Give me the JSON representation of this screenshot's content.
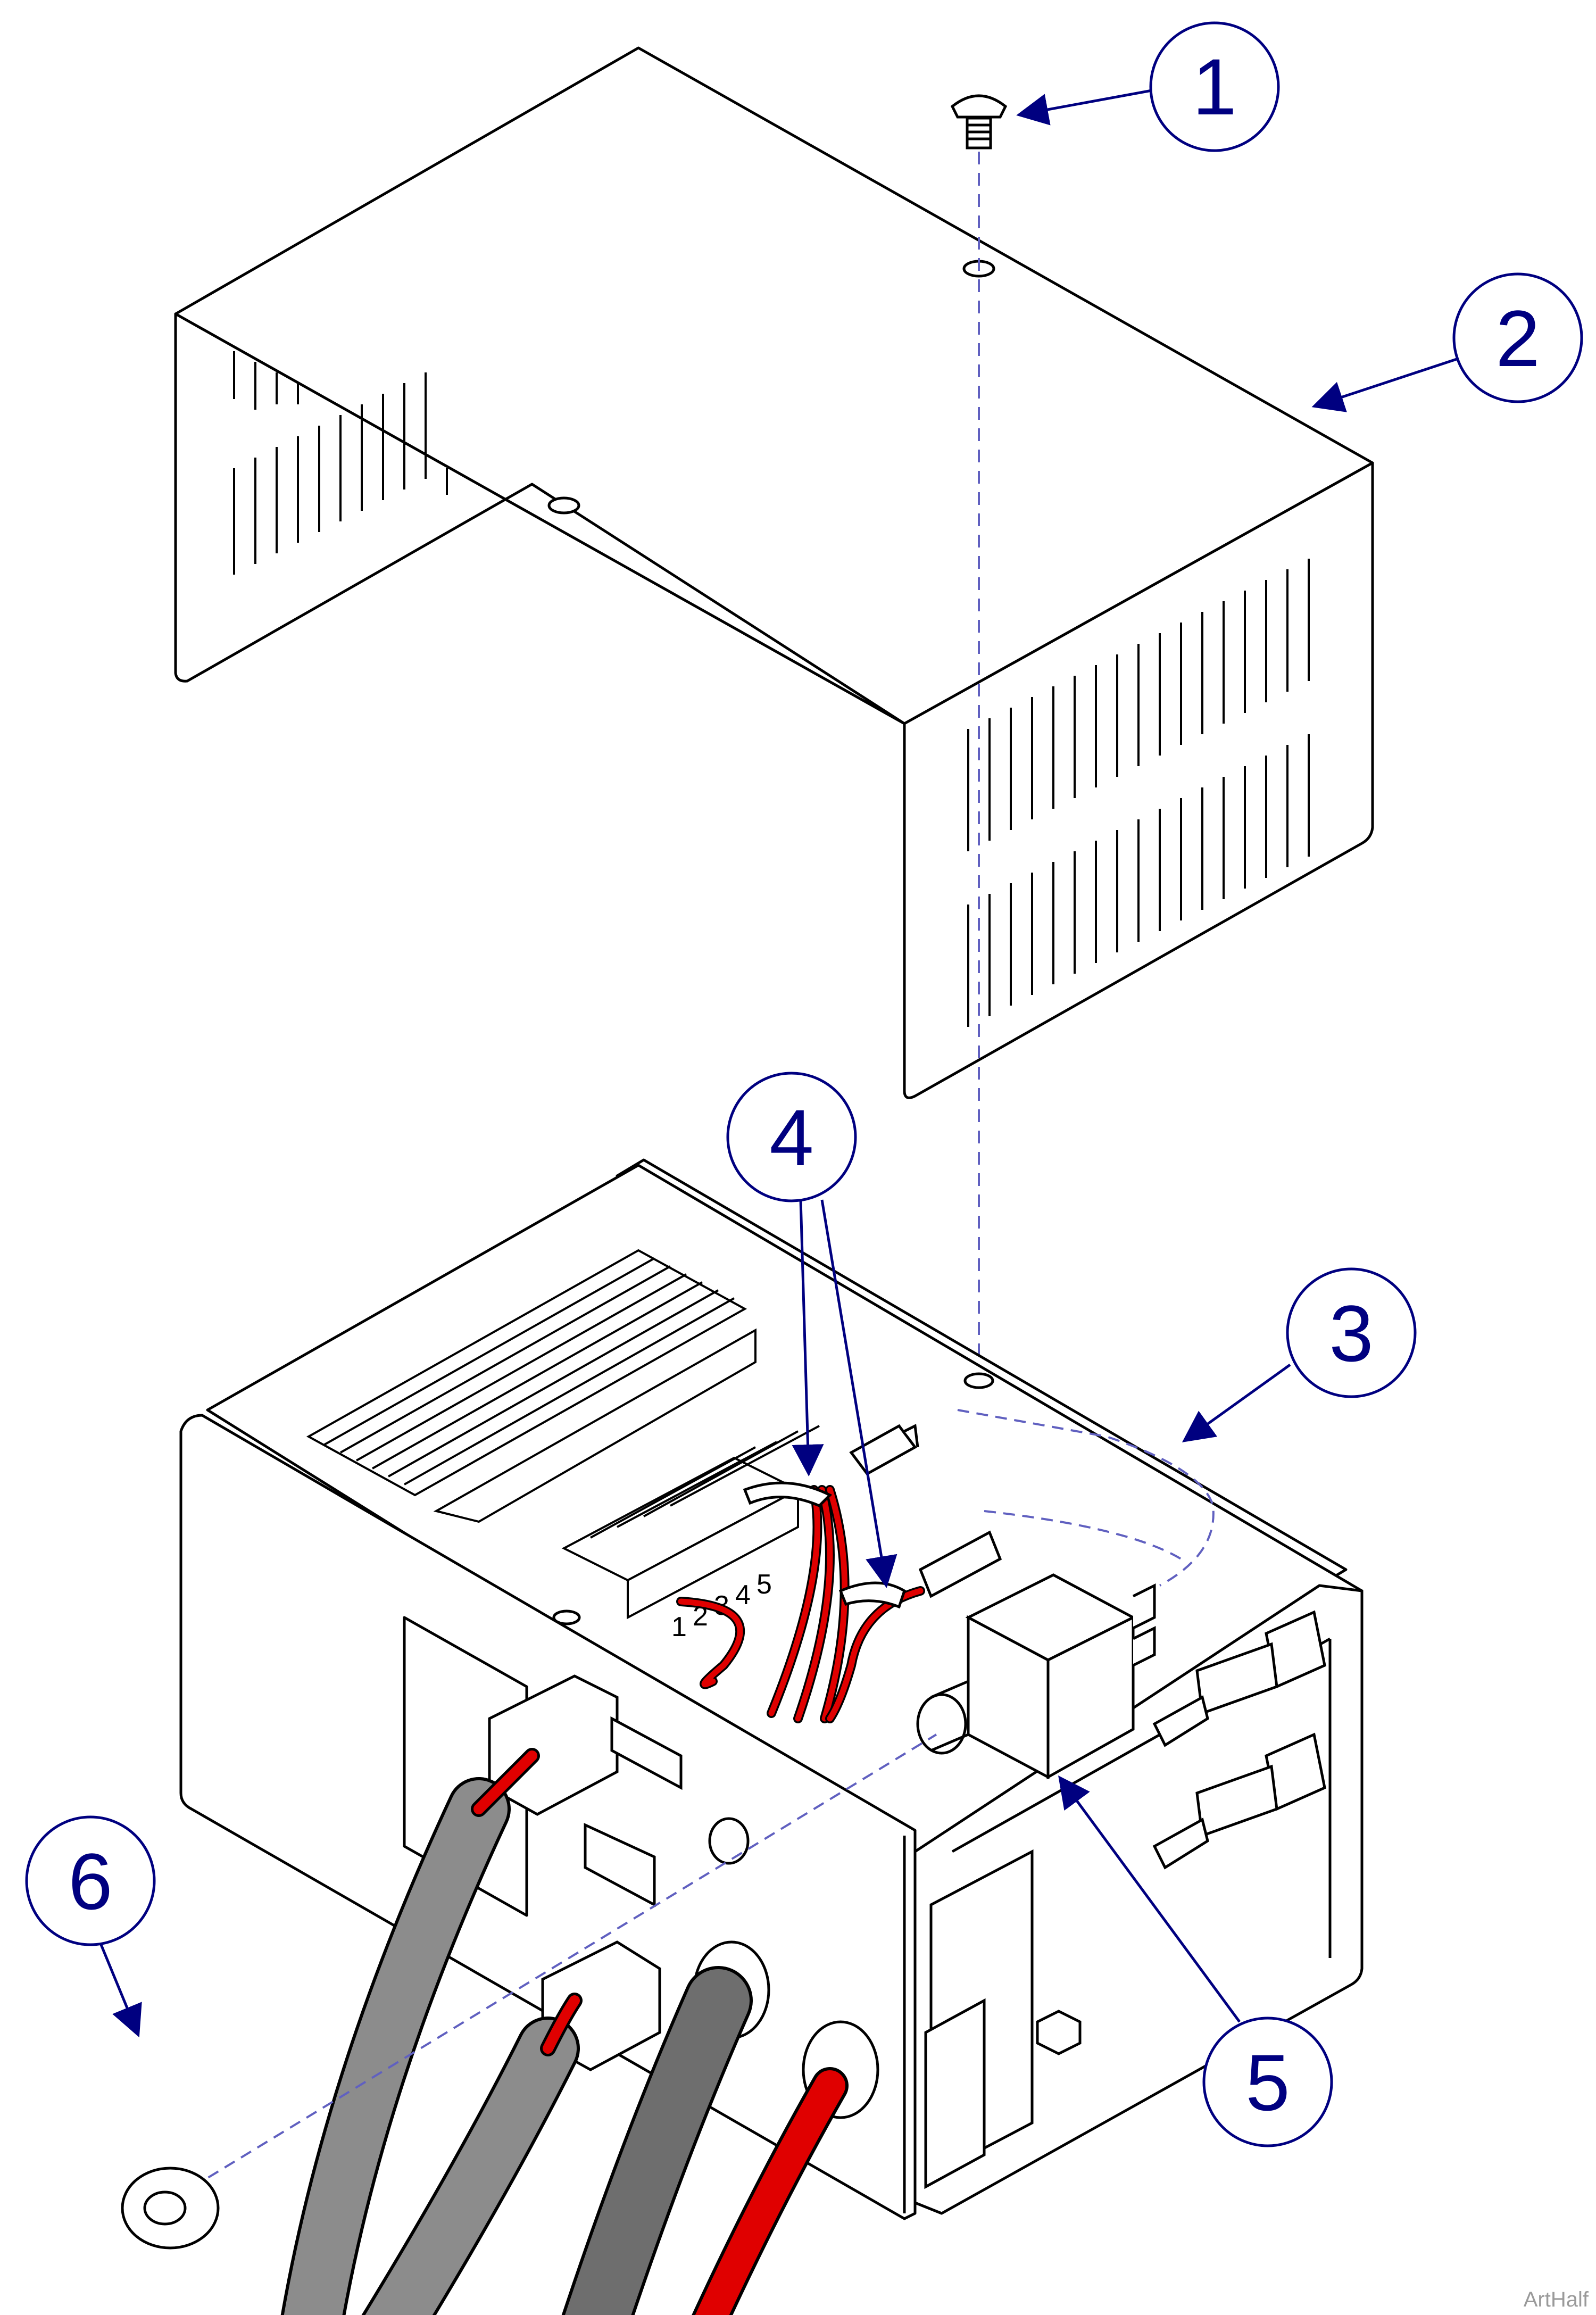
{
  "figure": {
    "callouts": [
      {
        "id": "c1",
        "label": "1"
      },
      {
        "id": "c2",
        "label": "2"
      },
      {
        "id": "c3",
        "label": "3"
      },
      {
        "id": "c4",
        "label": "4"
      },
      {
        "id": "c5",
        "label": "5"
      },
      {
        "id": "c6",
        "label": "6"
      }
    ],
    "terminal_numbers": [
      "1",
      "2",
      "3",
      "4",
      "5"
    ],
    "credit": "ArtHalf"
  },
  "colors": {
    "callout": "#000080",
    "outline": "#000000",
    "wire_red": "#e00000",
    "cable_gray": "#8c8c8c",
    "cable_dark_gray": "#6e6e6e",
    "panel_fill": "#ffffff"
  }
}
